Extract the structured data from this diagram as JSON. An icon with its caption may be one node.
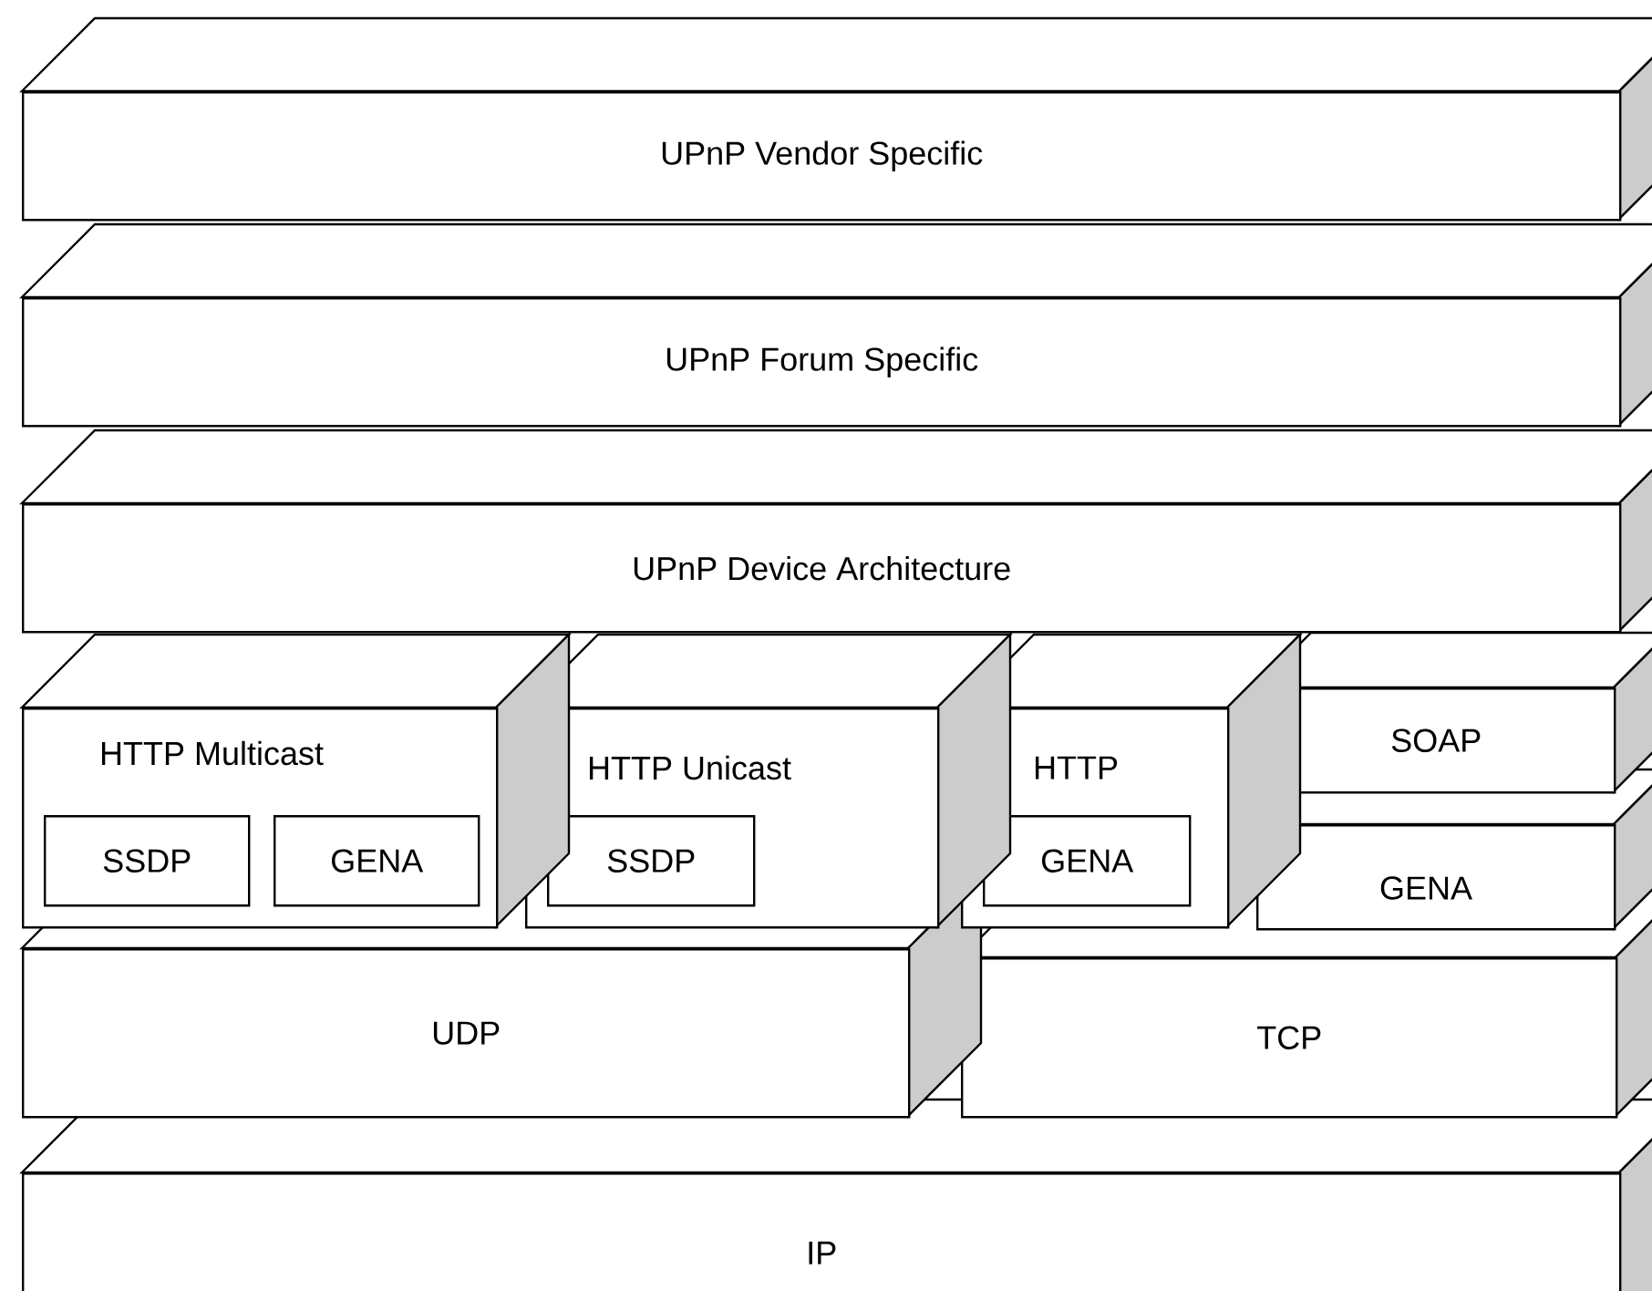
{
  "diagram": {
    "nodes": [
      {
        "text": [
          "UPnP Vendor Specific"
        ]
      },
      {
        "text": [
          "UPnP Forum Specific"
        ]
      },
      {
        "text": [
          "UPnP Device Architecture"
        ]
      },
      {
        "text": [
          "HTTP Multicast"
        ]
      },
      {
        "text": [
          "SSDP"
        ],
        "in": 3
      },
      {
        "text": [
          "GENA"
        ],
        "in": 3
      },
      {
        "text": [
          "HTTP Unicast"
        ]
      },
      {
        "text": [
          "SSDP"
        ],
        "in": 6
      },
      {
        "text": [
          "HTTP"
        ]
      },
      {
        "text": [
          "GENA"
        ],
        "in": 8
      },
      {
        "text": [
          "SOAP"
        ]
      },
      {
        "text": [
          "GENA"
        ]
      },
      {
        "text": [
          "UDP"
        ]
      },
      {
        "text": [
          "TCP"
        ]
      },
      {
        "text": [
          "IP"
        ]
      }
    ]
  }
}
